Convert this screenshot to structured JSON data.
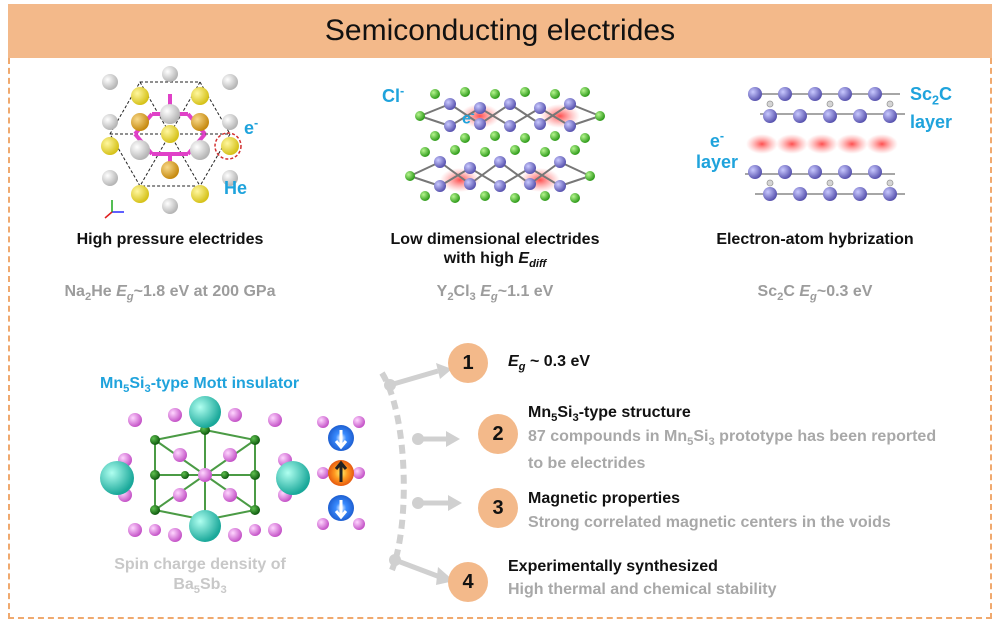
{
  "title": "Semiconducting electrides",
  "panels": [
    {
      "caption": "High pressure electrides",
      "labels": {
        "electron": "e",
        "electron_sup": "-",
        "atom": "He"
      },
      "formula": {
        "compound": "Na",
        "sub1": "2",
        "rest": "He ",
        "sym": "E",
        "symsub": "g",
        "value": "~1.8 eV at 200 GPa"
      }
    },
    {
      "caption_line1": "Low dimensional electrides",
      "caption_line2_prefix": "with high ",
      "caption_sym": "E",
      "caption_symsub": "diff",
      "labels": {
        "ion": "Cl",
        "ion_sup": "-",
        "electron": "e",
        "electron_sup": "-"
      },
      "formula": {
        "compound": "Y",
        "sub1": "2",
        "mid": "Cl",
        "sub2": "3",
        "sym": "E",
        "symsub": "g",
        "value": "~1.1 eV"
      }
    },
    {
      "caption": "Electron-atom hybrization",
      "labels": {
        "electron": "e",
        "electron_sup": "-",
        "electron_layer": "layer",
        "sc": "Sc",
        "sc_sub": "2",
        "sc_rest": "C",
        "sc_layer": "layer"
      },
      "formula": {
        "compound": "Sc",
        "sub1": "2",
        "rest": "C ",
        "sym": "E",
        "symsub": "g",
        "value": "~0.3 eV"
      }
    }
  ],
  "mott": {
    "title_a": "Mn",
    "title_sub1": "5",
    "title_b": "Si",
    "title_sub2": "3",
    "title_rest": "-type Mott insulator",
    "caption_line1": "Spin charge density of",
    "caption_ba": "Ba",
    "caption_sub1": "5",
    "caption_sb": "Sb",
    "caption_sub2": "3"
  },
  "steps": [
    {
      "number": "1",
      "title_sym": "E",
      "title_symsub": "g",
      "title_rest": " ~ 0.3 eV"
    },
    {
      "number": "2",
      "title_a": "Mn",
      "title_sub1": "5",
      "title_b": "Si",
      "title_sub2": "3",
      "title_rest": "-type structure",
      "desc_line1_a": "87 compounds in Mn",
      "desc_sub1": "5",
      "desc_b": "Si",
      "desc_sub2": "3",
      "desc_rest": " prototype has been reported",
      "desc_line2": "to be electrides"
    },
    {
      "number": "3",
      "title": "Magnetic properties",
      "desc": "Strong correlated magnetic centers in the voids"
    },
    {
      "number": "4",
      "title": "Experimentally synthesized",
      "desc": "High thermal and chemical stability"
    }
  ],
  "colors": {
    "accent": "#F3B98A",
    "border": "#F0A96E",
    "label_blue": "#1FA3DC",
    "grey_text": "#9c9c9c"
  }
}
